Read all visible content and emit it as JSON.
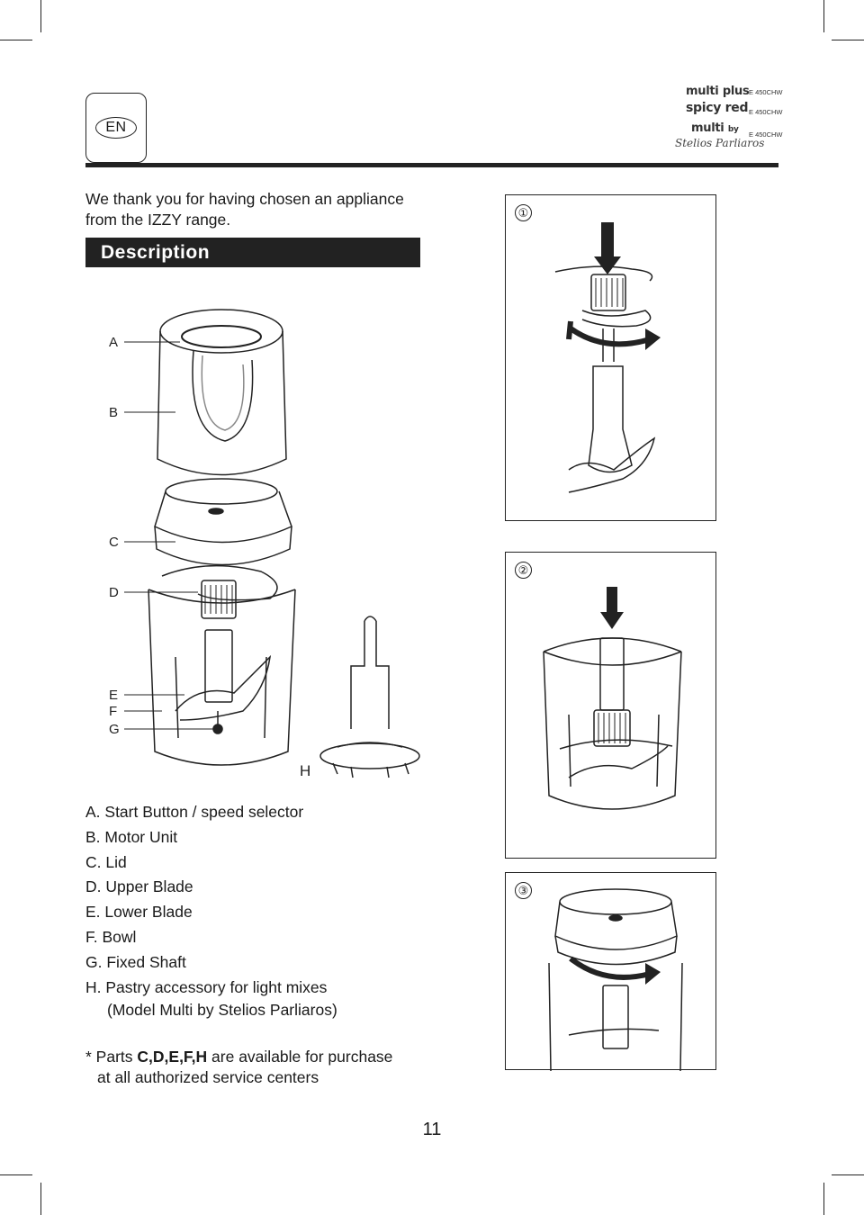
{
  "header": {
    "lang_badge": "EN",
    "brands": [
      {
        "name": "multi plus",
        "part_a": "multi",
        "part_b": "plus",
        "model": "E 450CHW"
      },
      {
        "name": "spicy red",
        "model": "E 450CHW"
      },
      {
        "name": "multi by Stelios Parliaros",
        "part_a": "multi",
        "part_b": "by",
        "signature": "Stelios Parliaros",
        "model": "E 450CHW"
      }
    ]
  },
  "intro": {
    "line1": "We thank you for having chosen an appliance",
    "line2": "from the IZZY range."
  },
  "section_title": "Description",
  "diagram_labels": [
    "A",
    "B",
    "C",
    "D",
    "E",
    "F",
    "G",
    "H"
  ],
  "parts": [
    "A. Start Button / speed selector",
    "B. Motor Unit",
    "C. Lid",
    "D. Upper Blade",
    "E. Lower Blade",
    "F. Bowl",
    "G. Fixed Shaft",
    "H. Pastry accessory for light mixes",
    "(Model  Multi by Stelios Parliaros)"
  ],
  "footnote": {
    "prefix": "* Parts ",
    "bold": "C,D,E,F,H",
    "suffix": " are available for purchase",
    "line2": "at all authorized service centers"
  },
  "steps": [
    "①",
    "②",
    "③"
  ],
  "page_number": "11"
}
